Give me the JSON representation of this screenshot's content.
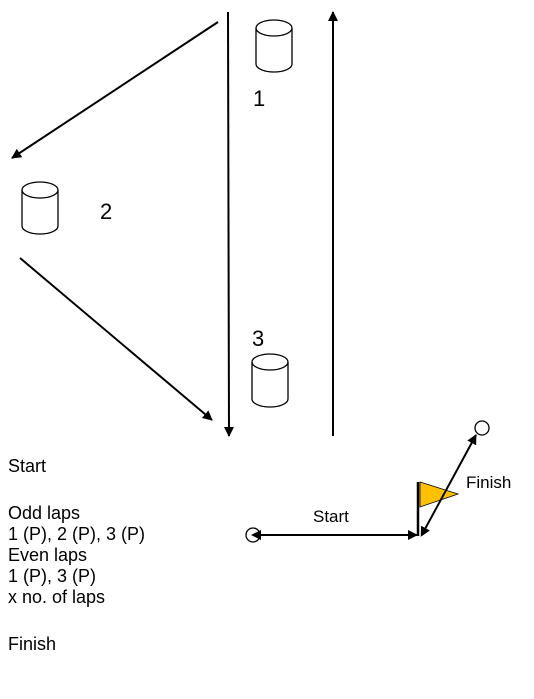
{
  "cones": [
    {
      "id": "1",
      "label": "1"
    },
    {
      "id": "2",
      "label": "2"
    },
    {
      "id": "3",
      "label": "3"
    }
  ],
  "instructions": {
    "start": "Start",
    "odd_laps_title": "Odd laps",
    "odd_laps_sequence": "1 (P), 2 (P), 3 (P)",
    "even_laps_title": "Even laps",
    "even_laps_sequence": "1 (P), 3 (P)",
    "repeat": "x no. of laps",
    "finish": "Finish"
  },
  "markers": {
    "start_label": "Start",
    "finish_label": "Finish"
  },
  "colors": {
    "flag": "#FFC000",
    "line": "#000000"
  }
}
